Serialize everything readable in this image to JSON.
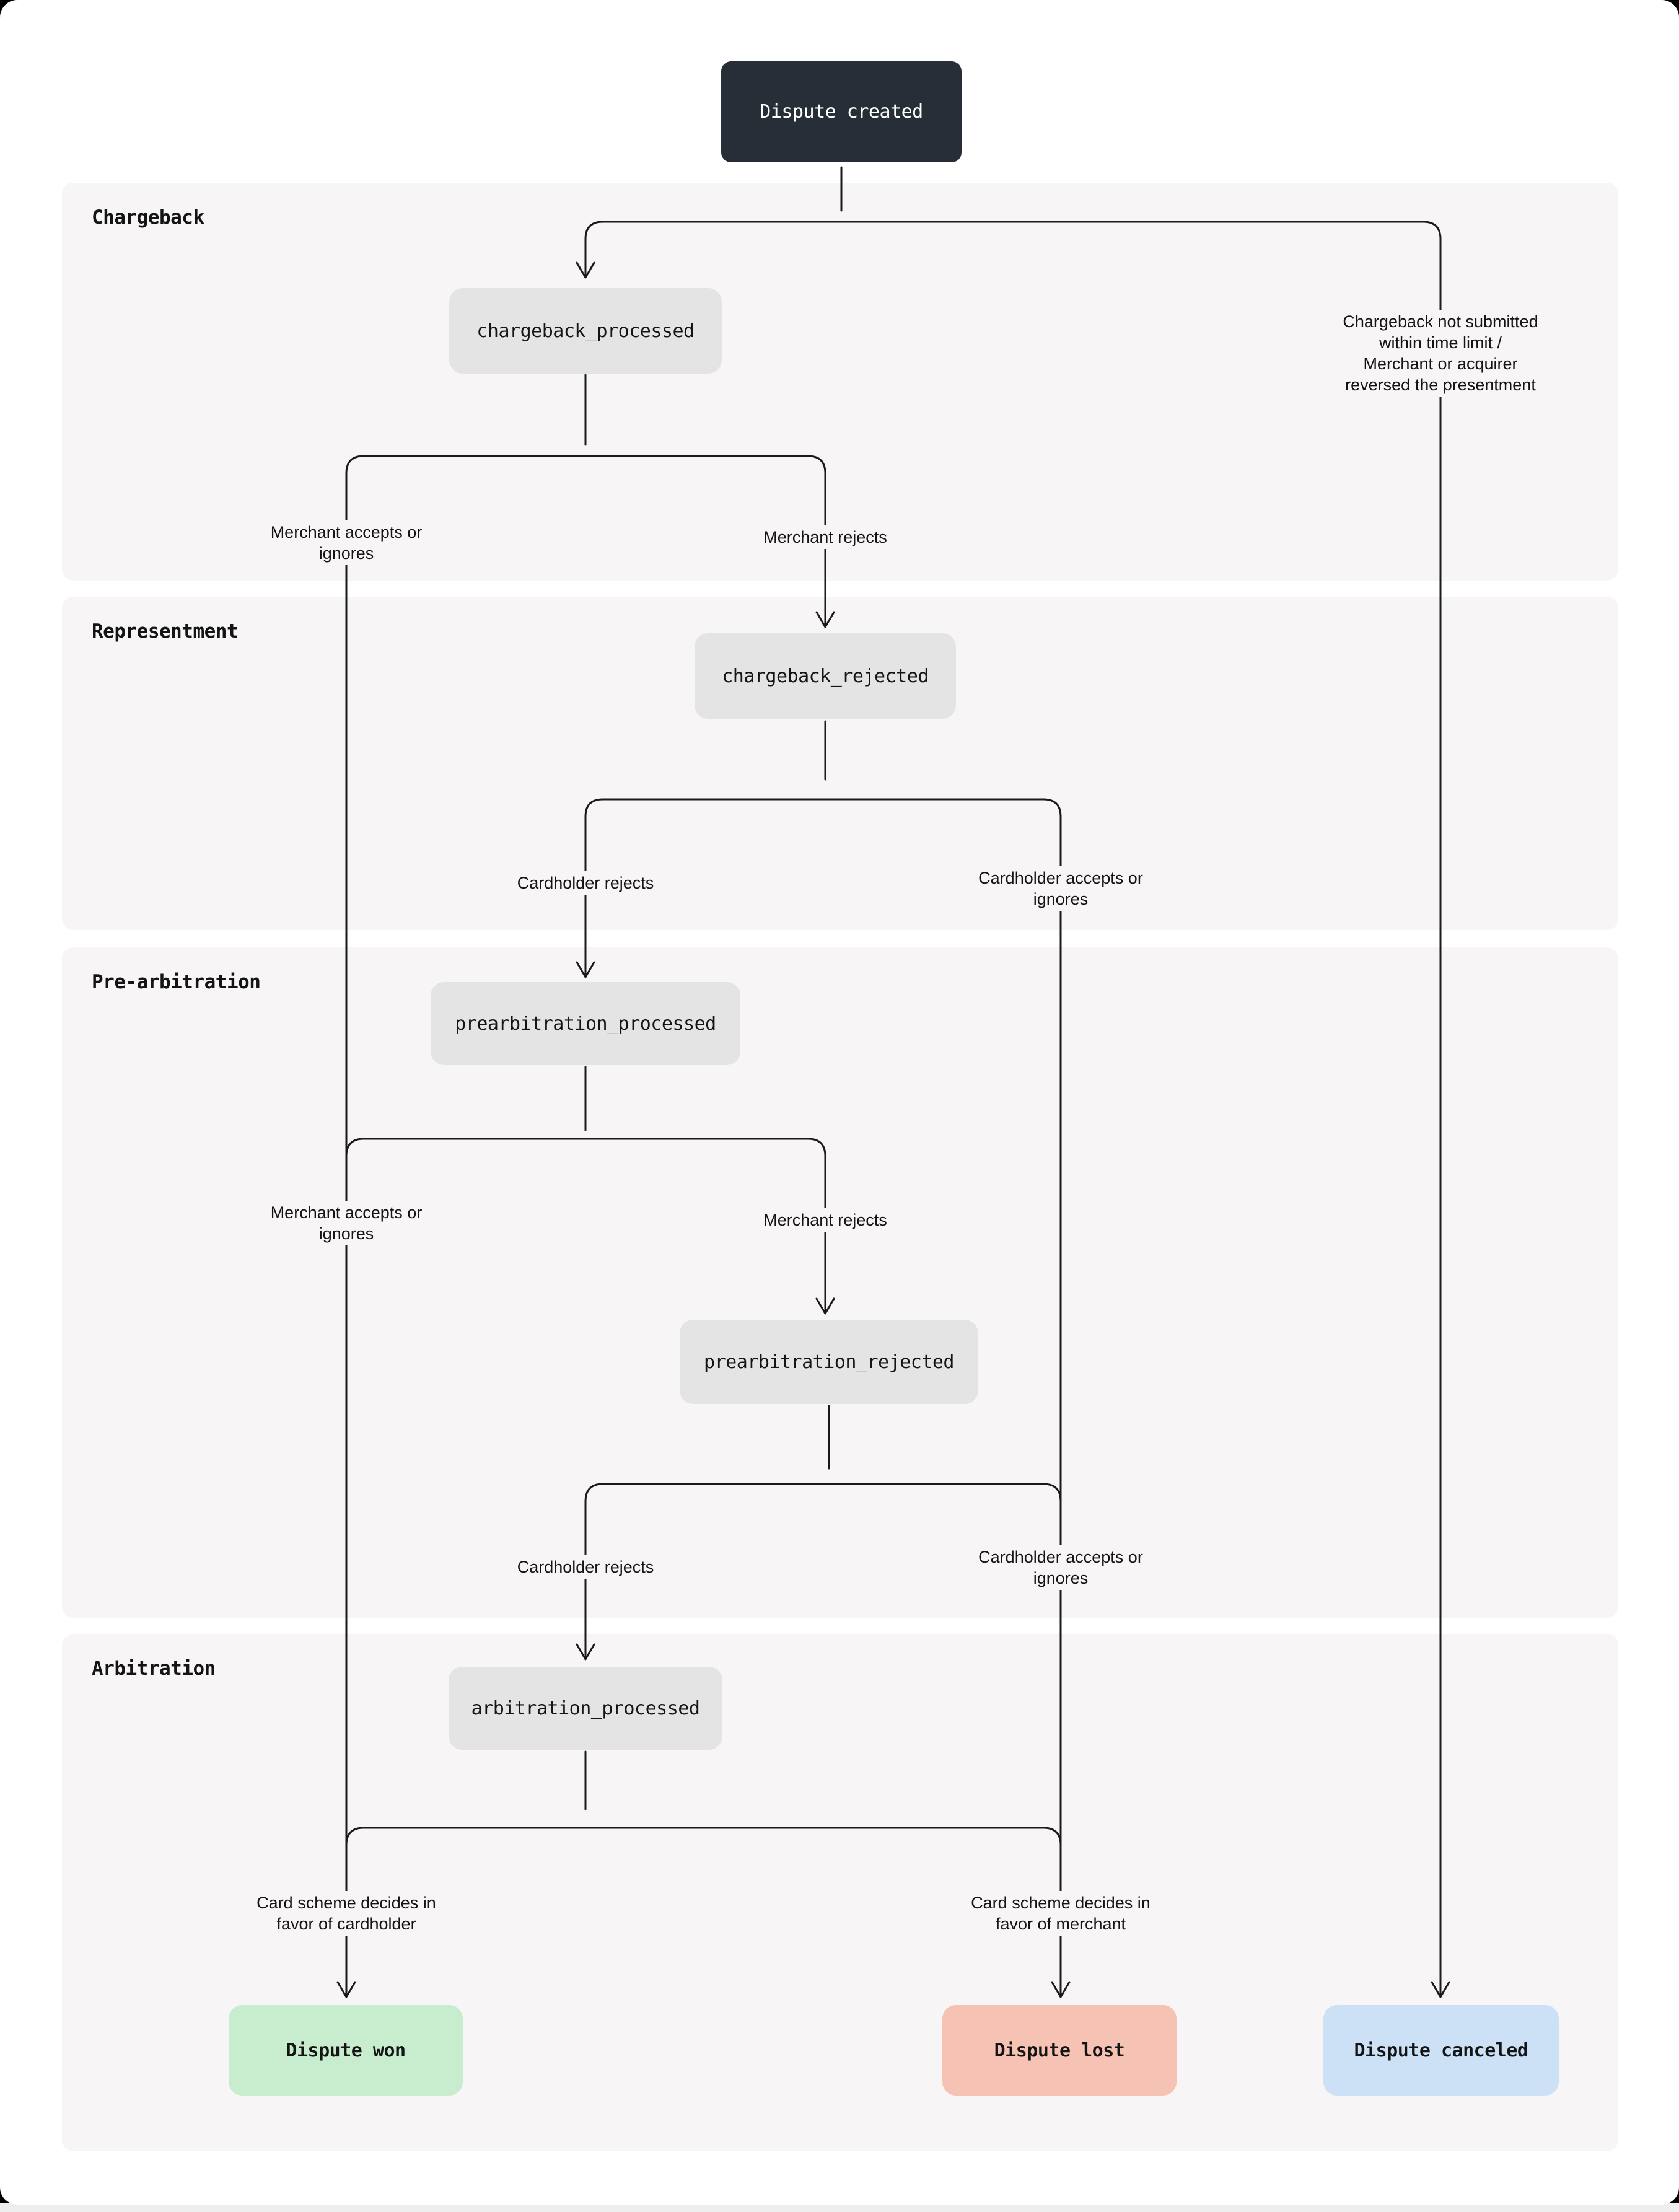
{
  "colors": {
    "page_background": "#000000",
    "card_background": "#ffffff",
    "footer_strip": "#efeeee",
    "section_panel": "#f7f5f5",
    "node_background": "#e5e4e4",
    "start_background": "#282e38",
    "start_text": "#ffffff",
    "outcome_won": "#c8edce",
    "outcome_lost": "#f6c2b3",
    "outcome_canceled": "#cce0f6",
    "connector_line": "#1a1a1a",
    "text": "#141414"
  },
  "flow": {
    "start": {
      "label": "Dispute created"
    },
    "sections": [
      {
        "label": "Chargeback"
      },
      {
        "label": "Representment"
      },
      {
        "label": "Pre-arbitration"
      },
      {
        "label": "Arbitration"
      }
    ],
    "nodes": {
      "chargeback_processed": "chargeback_processed",
      "chargeback_rejected": "chargeback_rejected",
      "prearbitration_processed": "prearbitration_processed",
      "prearbitration_rejected": "prearbitration_rejected",
      "arbitration_processed": "arbitration_processed"
    },
    "edge_labels": {
      "merchant_accepts_chargeback": "Merchant accepts or\nignores",
      "merchant_rejects_chargeback": "Merchant rejects",
      "chargeback_not_submitted": "Chargeback not submitted\nwithin time limit /\nMerchant or acquirer\nreversed the presentment",
      "cardholder_rejects_representment": "Cardholder rejects",
      "cardholder_accepts_representment": "Cardholder accepts or\nignores",
      "merchant_accepts_prearbitration": "Merchant accepts or\nignores",
      "merchant_rejects_prearbitration": "Merchant rejects",
      "cardholder_rejects_prearbitration": "Cardholder rejects",
      "cardholder_accepts_prearbitration": "Cardholder accepts or\nignores",
      "scheme_favor_cardholder": "Card scheme decides in\nfavor of cardholder",
      "scheme_favor_merchant": "Card scheme decides in\nfavor of merchant"
    },
    "outcomes": {
      "won": "Dispute won",
      "lost": "Dispute lost",
      "canceled": "Dispute canceled"
    }
  }
}
